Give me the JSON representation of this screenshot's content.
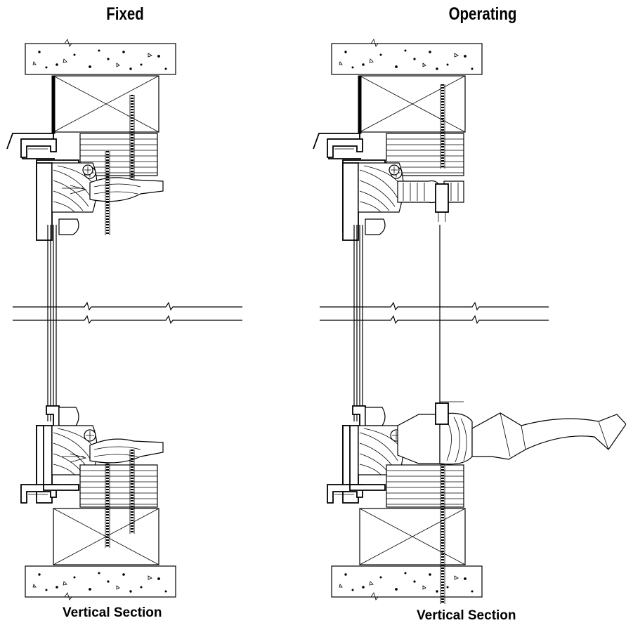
{
  "panels": [
    {
      "title": "Fixed",
      "caption": "Vertical Section"
    },
    {
      "title": "Operating",
      "caption": "Vertical Section"
    }
  ]
}
